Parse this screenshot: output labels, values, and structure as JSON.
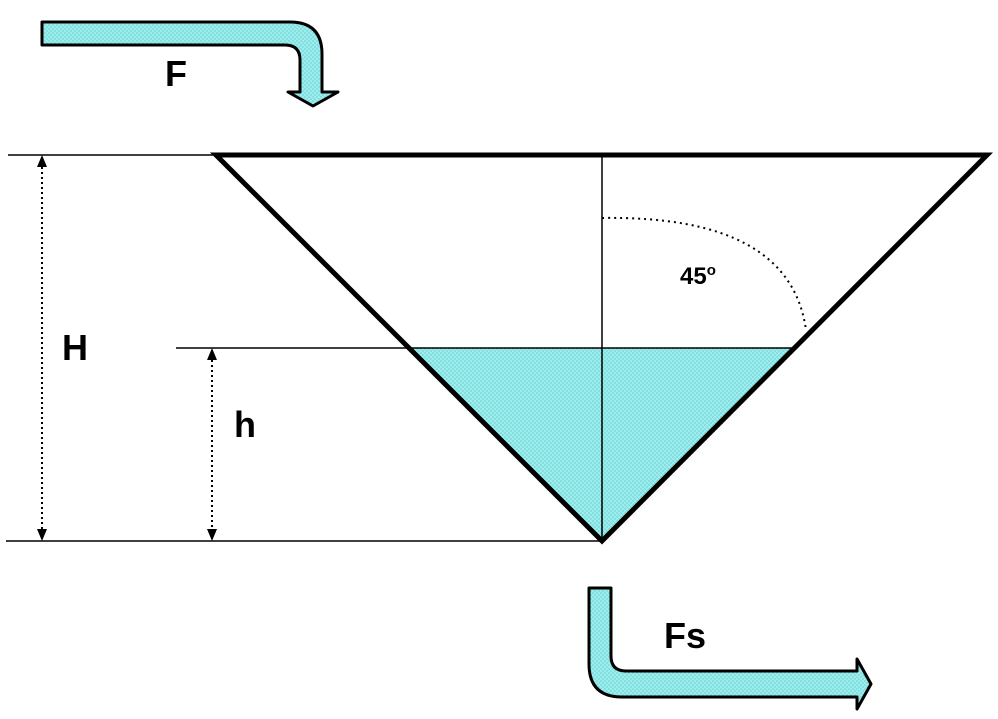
{
  "labels": {
    "inflow": "F",
    "outflow": "Fs",
    "total_height": "H",
    "liquid_height": "h",
    "angle_value": "45",
    "angle_unit": "o"
  },
  "colors": {
    "liquid": "#99eeee",
    "arrow_fill": "#99eeee",
    "stroke": "#000000"
  },
  "icons": {
    "inflow": "bent-down-arrow-icon",
    "outflow": "bent-right-arrow-icon"
  }
}
